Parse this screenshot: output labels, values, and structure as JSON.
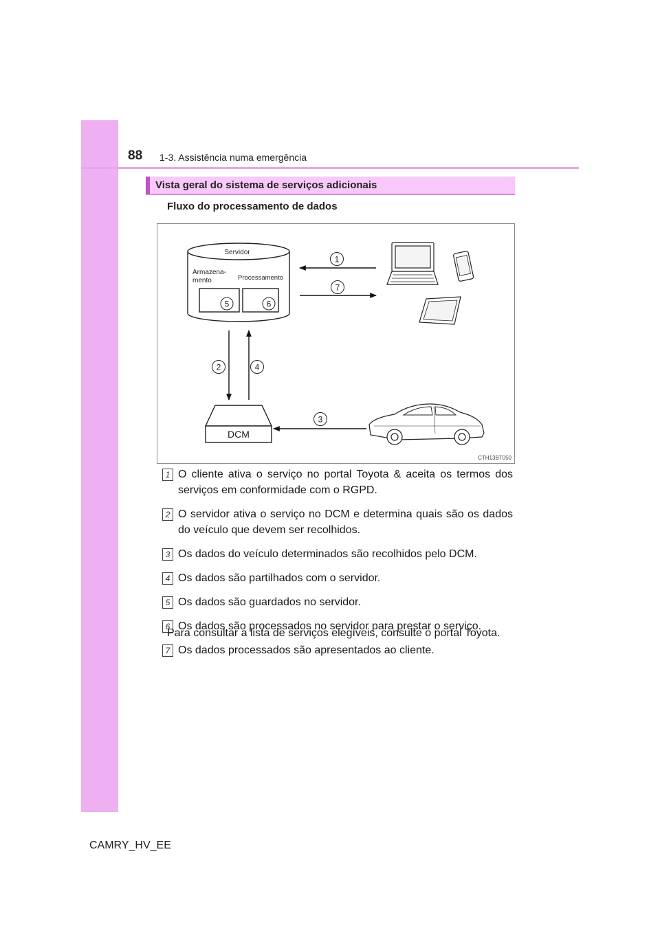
{
  "header": {
    "page_number": "88",
    "chapter": "1-3. Assistência numa emergência"
  },
  "section": {
    "title": "Vista geral do sistema de serviços adicionais",
    "subtitle": "Fluxo do processamento de dados"
  },
  "figure": {
    "server_label": "Servidor",
    "storage_label_1": "Armazena-",
    "storage_label_2": "mento",
    "processing_label": "Processamento",
    "dcm_label": "DCM",
    "code": "CTH13BT050",
    "markers": [
      "1",
      "7",
      "2",
      "4",
      "3",
      "5",
      "6"
    ]
  },
  "steps": [
    {
      "num": "1",
      "text": "O cliente ativa o serviço no portal Toyota & aceita os termos dos serviços em conformidade com o RGPD."
    },
    {
      "num": "2",
      "text": "O servidor ativa o serviço no DCM e determina quais são os dados do veículo que devem ser recolhidos."
    },
    {
      "num": "3",
      "text": "Os dados do veículo determinados são recolhidos pelo DCM."
    },
    {
      "num": "4",
      "text": "Os dados são partilhados com o servidor."
    },
    {
      "num": "5",
      "text": "Os dados são guardados no servidor."
    },
    {
      "num": "6",
      "text": "Os dados são processados no servidor para prestar o serviço."
    },
    {
      "num": "7",
      "text": "Os dados processados são apresentados ao cliente."
    }
  ],
  "note": "Para consultar a lista de serviços elegíveis, consulte o portal Toyota.",
  "footer": "CAMRY_HV_EE"
}
